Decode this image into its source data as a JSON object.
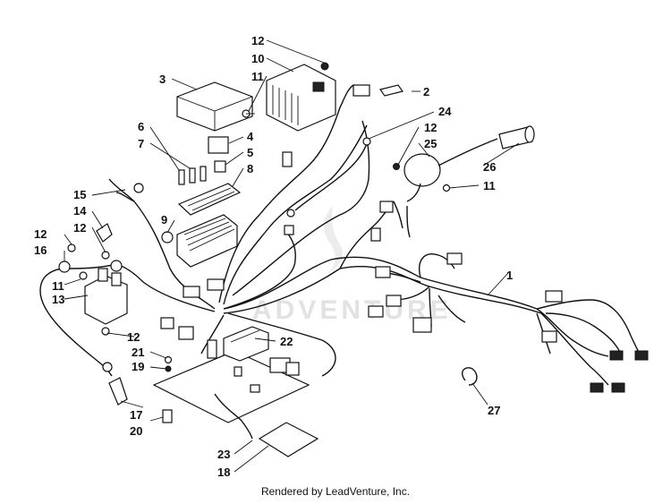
{
  "footer_text": "Rendered by LeadVenture, Inc.",
  "watermark": "ADVENTURE",
  "callouts": [
    "1",
    "2",
    "3",
    "4",
    "5",
    "6",
    "7",
    "8",
    "9",
    "10",
    "11",
    "11",
    "11",
    "12",
    "12",
    "12",
    "12",
    "12",
    "13",
    "14",
    "15",
    "16",
    "17",
    "18",
    "19",
    "20",
    "21",
    "22",
    "23",
    "24",
    "25",
    "26",
    "27"
  ]
}
